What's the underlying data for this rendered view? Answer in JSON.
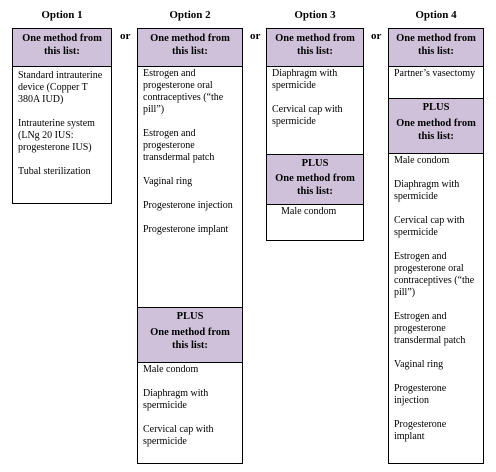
{
  "connector": "or",
  "plus_label": "PLUS",
  "header_label": "One method from this list:",
  "options": [
    {
      "title": "Option 1",
      "items": [
        "Standard intrauterine device (Copper T 380A IUD)",
        "Intrauterine system (LNg 20 IUS: progesterone IUS)",
        "Tubal sterilization"
      ]
    },
    {
      "title": "Option 2",
      "items": [
        "Estrogen and progesterone oral contraceptives (“the pill”)",
        "Estrogen and progesterone transdermal patch",
        "Vaginal ring",
        "Progesterone injection",
        "Progesterone implant"
      ],
      "plus_items": [
        "Male condom",
        "Diaphragm with spermicide",
        "Cervical cap with spermicide"
      ]
    },
    {
      "title": "Option 3",
      "items": [
        "Diaphragm with spermicide",
        "Cervical cap with spermicide"
      ],
      "plus_items": [
        "Male condom"
      ]
    },
    {
      "title": "Option 4",
      "items": [
        "Partner’s vasectomy"
      ],
      "plus_items": [
        "Male condom",
        "Diaphragm with spermicide",
        "Cervical cap with spermicide",
        "Estrogen and progesterone oral contraceptives (“the pill”)",
        "Estrogen and progesterone transdermal patch",
        "Vaginal ring",
        "Progesterone injection",
        "Progesterone implant"
      ]
    }
  ]
}
